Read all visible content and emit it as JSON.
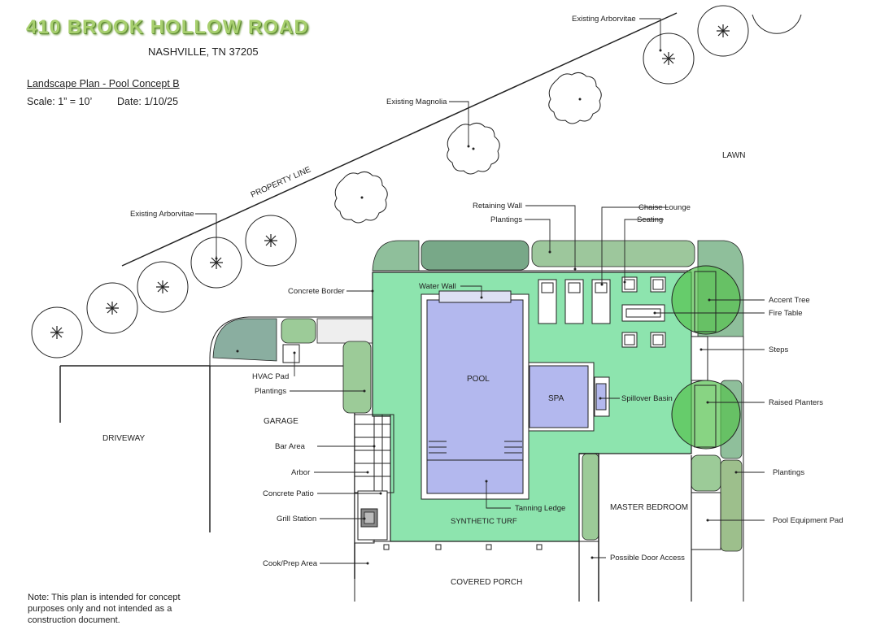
{
  "header": {
    "title": "410 BROOK HOLLOW ROAD",
    "subtitle": "NASHVILLE, TN 37205",
    "plan_name": "Landscape Plan - Pool Concept B",
    "scale": "Scale:  1” = 10’",
    "date": "Date:  1/10/25"
  },
  "note": "Note:  This plan is intended for concept purposes only and not intended as a construction document.",
  "colors": {
    "turf": "#8de4ae",
    "pool": "#b3b8ee",
    "planting": "#8fbf9b",
    "planting_dark": "#78a888",
    "tree_highlight": "#55c24e",
    "line": "#222222"
  },
  "areas": {
    "property_line": "PROPERTY LINE",
    "lawn": "LAWN",
    "driveway": "DRIVEWAY",
    "garage": "GARAGE",
    "pool": "POOL",
    "spa": "SPA",
    "synthetic_turf": "SYNTHETIC TURF",
    "master_bedroom": "MASTER BEDROOM",
    "covered_porch": "COVERED PORCH"
  },
  "callouts": {
    "existing_arborvitae_top": "Existing Arborvitae",
    "existing_magnolia": "Existing Magnolia",
    "existing_arborvitae_left": "Existing Arborvitae",
    "retaining_wall": "Retaining Wall",
    "plantings_top": "Plantings",
    "chaise_lounge": "Chaise Lounge",
    "seating": "Seating",
    "concrete_border": "Concrete Border",
    "water_wall": "Water Wall",
    "accent_tree": "Accent Tree",
    "fire_table": "Fire Table",
    "steps": "Steps",
    "hvac_pad": "HVAC Pad",
    "plantings_left": "Plantings",
    "spillover_basin": "Spillover Basin",
    "raised_planters": "Raised Planters",
    "bar_area": "Bar Area",
    "arbor": "Arbor",
    "plantings_right": "Plantings",
    "concrete_patio": "Concrete Patio",
    "tanning_ledge": "Tanning Ledge",
    "grill_station": "Grill Station",
    "pool_equipment_pad": "Pool Equipment Pad",
    "cook_prep_area": "Cook/Prep Area",
    "possible_door_access": "Possible Door Access"
  }
}
